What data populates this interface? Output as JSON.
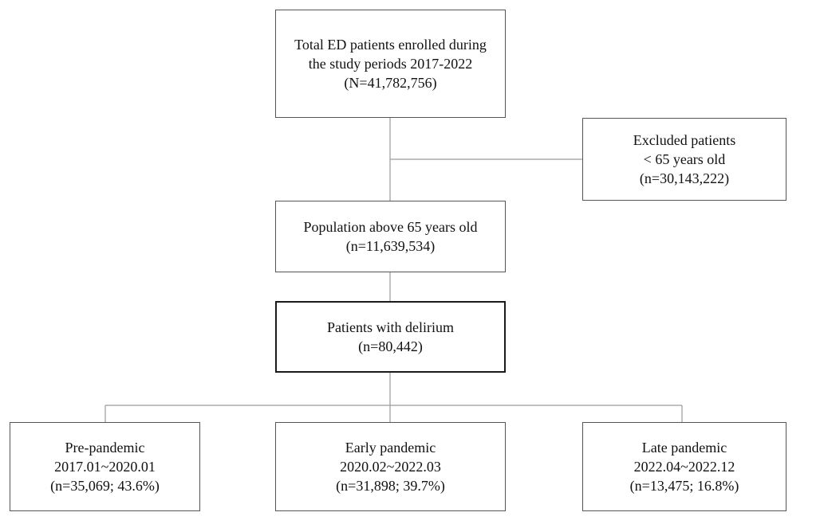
{
  "flowchart": {
    "total": {
      "lines": [
        "Total ED patients enrolled during",
        "the study periods 2017-2022",
        "(N=41,782,756)"
      ]
    },
    "excluded": {
      "lines": [
        "Excluded patients",
        "< 65 years old",
        "(n=30,143,222)"
      ]
    },
    "population": {
      "lines": [
        "Population above 65 years old",
        "(n=11,639,534)"
      ]
    },
    "delirium": {
      "lines": [
        "Patients with delirium",
        "(n=80,442)"
      ]
    },
    "pre_pandemic": {
      "lines": [
        "Pre-pandemic",
        "2017.01~2020.01",
        "(n=35,069; 43.6%)"
      ]
    },
    "early_pandemic": {
      "lines": [
        "Early pandemic",
        "2020.02~2022.03",
        "(n=31,898; 39.7%)"
      ]
    },
    "late_pandemic": {
      "lines": [
        "Late pandemic",
        "2022.04~2022.12",
        "(n=13,475; 16.8%)"
      ]
    }
  }
}
